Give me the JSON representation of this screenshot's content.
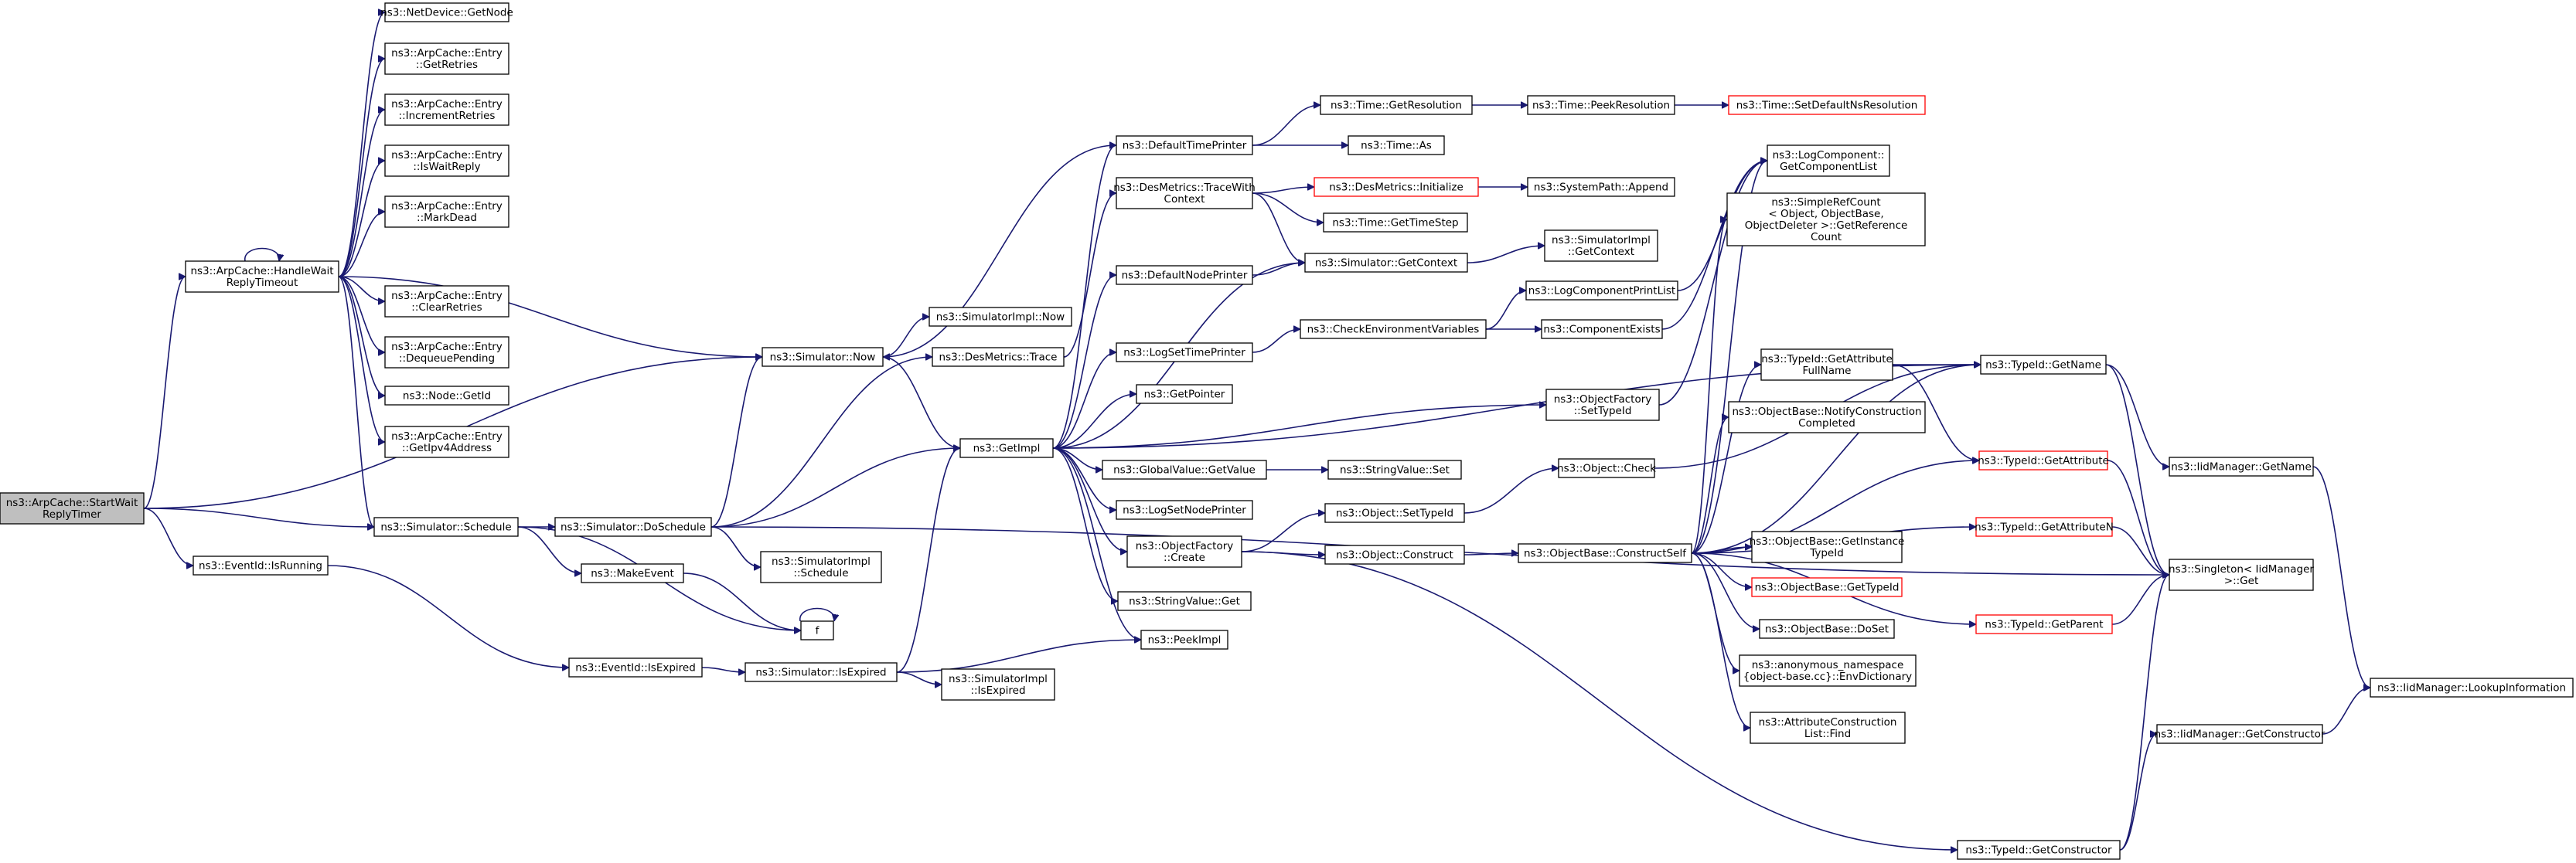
{
  "colors": {
    "edge": "#191970",
    "node_border": "#000000",
    "missing_node_border": "#ff0000",
    "root_fill": "#bfbfbf",
    "node_fill": "#ffffff"
  },
  "nodes": [
    {
      "id": "root",
      "lines": [
        "ns3::ArpCache::StartWait",
        "ReplyTimer"
      ],
      "style": "root"
    },
    {
      "id": "handle",
      "lines": [
        "ns3::ArpCache::HandleWait",
        "ReplyTimeout"
      ]
    },
    {
      "id": "getnode",
      "lines": [
        "ns3::NetDevice::GetNode"
      ]
    },
    {
      "id": "getretries",
      "lines": [
        "ns3::ArpCache::Entry",
        "::GetRetries"
      ]
    },
    {
      "id": "incretries",
      "lines": [
        "ns3::ArpCache::Entry",
        "::IncrementRetries"
      ]
    },
    {
      "id": "iswaitreply",
      "lines": [
        "ns3::ArpCache::Entry",
        "::IsWaitReply"
      ]
    },
    {
      "id": "markdead",
      "lines": [
        "ns3::ArpCache::Entry",
        "::MarkDead"
      ]
    },
    {
      "id": "clearretries",
      "lines": [
        "ns3::ArpCache::Entry",
        "::ClearRetries"
      ]
    },
    {
      "id": "dequeue",
      "lines": [
        "ns3::ArpCache::Entry",
        "::DequeuePending"
      ]
    },
    {
      "id": "nodegetid",
      "lines": [
        "ns3::Node::GetId"
      ]
    },
    {
      "id": "getipv4",
      "lines": [
        "ns3::ArpCache::Entry",
        "::GetIpv4Address"
      ]
    },
    {
      "id": "schedule",
      "lines": [
        "ns3::Simulator::Schedule"
      ]
    },
    {
      "id": "isrunning",
      "lines": [
        "ns3::EventId::IsRunning"
      ]
    },
    {
      "id": "now",
      "lines": [
        "ns3::Simulator::Now"
      ]
    },
    {
      "id": "doschedule",
      "lines": [
        "ns3::Simulator::DoSchedule"
      ]
    },
    {
      "id": "makeevent",
      "lines": [
        "ns3::MakeEvent"
      ]
    },
    {
      "id": "f",
      "lines": [
        "f"
      ]
    },
    {
      "id": "isexpired",
      "lines": [
        "ns3::EventId::IsExpired"
      ]
    },
    {
      "id": "simisexpired",
      "lines": [
        "ns3::Simulator::IsExpired"
      ]
    },
    {
      "id": "simimplnow",
      "lines": [
        "ns3::SimulatorImpl::Now"
      ]
    },
    {
      "id": "desmtrace",
      "lines": [
        "ns3::DesMetrics::Trace"
      ]
    },
    {
      "id": "getimpl",
      "lines": [
        "ns3::GetImpl"
      ]
    },
    {
      "id": "simimplschedule",
      "lines": [
        "ns3::SimulatorImpl",
        "::Schedule"
      ]
    },
    {
      "id": "simimplisexpired",
      "lines": [
        "ns3::SimulatorImpl",
        "::IsExpired"
      ]
    },
    {
      "id": "deftimeprinter",
      "lines": [
        "ns3::DefaultTimePrinter"
      ]
    },
    {
      "id": "tracewithctx",
      "lines": [
        "ns3::DesMetrics::TraceWith",
        "Context"
      ]
    },
    {
      "id": "defnodeprinter",
      "lines": [
        "ns3::DefaultNodePrinter"
      ]
    },
    {
      "id": "logsettimeprinter",
      "lines": [
        "ns3::LogSetTimePrinter"
      ]
    },
    {
      "id": "getpointer",
      "lines": [
        "ns3::GetPointer"
      ]
    },
    {
      "id": "gvgetvalue",
      "lines": [
        "ns3::GlobalValue::GetValue"
      ]
    },
    {
      "id": "logsetnodeprinter",
      "lines": [
        "ns3::LogSetNodePrinter"
      ]
    },
    {
      "id": "ofcreate",
      "lines": [
        "ns3::ObjectFactory",
        "::Create"
      ]
    },
    {
      "id": "strvalget",
      "lines": [
        "ns3::StringValue::Get"
      ]
    },
    {
      "id": "peekimpl",
      "lines": [
        "ns3::PeekImpl"
      ]
    },
    {
      "id": "timegetres",
      "lines": [
        "ns3::Time::GetResolution"
      ]
    },
    {
      "id": "timeas",
      "lines": [
        "ns3::Time::As"
      ]
    },
    {
      "id": "desminit",
      "lines": [
        "ns3::DesMetrics::Initialize"
      ],
      "style": "red"
    },
    {
      "id": "timegettimestep",
      "lines": [
        "ns3::Time::GetTimeStep"
      ]
    },
    {
      "id": "simgetcontext",
      "lines": [
        "ns3::Simulator::GetContext"
      ]
    },
    {
      "id": "checkenv",
      "lines": [
        "ns3::CheckEnvironmentVariables"
      ]
    },
    {
      "id": "strvalset",
      "lines": [
        "ns3::StringValue::Set"
      ]
    },
    {
      "id": "objsettypeid",
      "lines": [
        "ns3::Object::SetTypeId"
      ]
    },
    {
      "id": "objconstruct",
      "lines": [
        "ns3::Object::Construct"
      ]
    },
    {
      "id": "timepeekres",
      "lines": [
        "ns3::Time::PeekResolution"
      ]
    },
    {
      "id": "syspathappend",
      "lines": [
        "ns3::SystemPath::Append"
      ]
    },
    {
      "id": "simimplgetctx",
      "lines": [
        "ns3::SimulatorImpl",
        "::GetContext"
      ]
    },
    {
      "id": "logcomplistprint",
      "lines": [
        "ns3::LogComponentPrintList"
      ]
    },
    {
      "id": "compexists",
      "lines": [
        "ns3::ComponentExists"
      ]
    },
    {
      "id": "ofsettypeid",
      "lines": [
        "ns3::ObjectFactory",
        "::SetTypeId"
      ]
    },
    {
      "id": "objcheck",
      "lines": [
        "ns3::Object::Check"
      ]
    },
    {
      "id": "obconstructself",
      "lines": [
        "ns3::ObjectBase::ConstructSelf"
      ]
    },
    {
      "id": "timesetdefault",
      "lines": [
        "ns3::Time::SetDefaultNsResolution"
      ],
      "style": "red"
    },
    {
      "id": "logcompgetlist",
      "lines": [
        "ns3::LogComponent::",
        "GetComponentList"
      ]
    },
    {
      "id": "simplerefcount",
      "lines": [
        "ns3::SimpleRefCount",
        "< Object, ObjectBase,",
        " ObjectDeleter >::GetReference",
        "Count"
      ]
    },
    {
      "id": "typeidgetattrfull",
      "lines": [
        "ns3::TypeId::GetAttribute",
        "FullName"
      ]
    },
    {
      "id": "obnotify",
      "lines": [
        "ns3::ObjectBase::NotifyConstruction",
        "Completed"
      ]
    },
    {
      "id": "obgetinstance",
      "lines": [
        "ns3::ObjectBase::GetInstance",
        "TypeId"
      ]
    },
    {
      "id": "obgettypeid",
      "lines": [
        "ns3::ObjectBase::GetTypeId"
      ],
      "style": "red"
    },
    {
      "id": "obdoset",
      "lines": [
        "ns3::ObjectBase::DoSet"
      ]
    },
    {
      "id": "anonenv",
      "lines": [
        "ns3::anonymous_namespace",
        "{object-base.cc}::EnvDictionary"
      ]
    },
    {
      "id": "attrfind",
      "lines": [
        "ns3::AttributeConstruction",
        "List::Find"
      ]
    },
    {
      "id": "typeidgetname",
      "lines": [
        "ns3::TypeId::GetName"
      ]
    },
    {
      "id": "typeidgetattr",
      "lines": [
        "ns3::TypeId::GetAttribute"
      ],
      "style": "red"
    },
    {
      "id": "typeidgetattrn",
      "lines": [
        "ns3::TypeId::GetAttributeN"
      ],
      "style": "red"
    },
    {
      "id": "typeidgetparent",
      "lines": [
        "ns3::TypeId::GetParent"
      ],
      "style": "red"
    },
    {
      "id": "typeidgetctor",
      "lines": [
        "ns3::TypeId::GetConstructor"
      ]
    },
    {
      "id": "iidmgrgetname",
      "lines": [
        "ns3::IidManager::GetName"
      ]
    },
    {
      "id": "singletonget",
      "lines": [
        "ns3::Singleton< IidManager",
        " >::Get"
      ]
    },
    {
      "id": "iidmgrgetctor",
      "lines": [
        "ns3::IidManager::GetConstructor"
      ]
    },
    {
      "id": "iidmgrlookup",
      "lines": [
        "ns3::IidManager::LookupInformation"
      ]
    }
  ],
  "edges": [
    [
      "root",
      "handle"
    ],
    [
      "root",
      "now"
    ],
    [
      "root",
      "schedule"
    ],
    [
      "root",
      "isrunning"
    ],
    [
      "handle",
      "handle"
    ],
    [
      "handle",
      "getnode"
    ],
    [
      "handle",
      "getretries"
    ],
    [
      "handle",
      "incretries"
    ],
    [
      "handle",
      "iswaitreply"
    ],
    [
      "handle",
      "markdead"
    ],
    [
      "handle",
      "clearretries"
    ],
    [
      "handle",
      "dequeue"
    ],
    [
      "handle",
      "nodegetid"
    ],
    [
      "handle",
      "getipv4"
    ],
    [
      "handle",
      "now"
    ],
    [
      "handle",
      "schedule"
    ],
    [
      "schedule",
      "doschedule"
    ],
    [
      "schedule",
      "makeevent"
    ],
    [
      "schedule",
      "f"
    ],
    [
      "isrunning",
      "isexpired"
    ],
    [
      "isexpired",
      "simisexpired"
    ],
    [
      "simisexpired",
      "getimpl"
    ],
    [
      "simisexpired",
      "peekimpl"
    ],
    [
      "simisexpired",
      "simimplisexpired"
    ],
    [
      "now",
      "simimplnow"
    ],
    [
      "now",
      "getimpl"
    ],
    [
      "doschedule",
      "now"
    ],
    [
      "doschedule",
      "desmtrace"
    ],
    [
      "doschedule",
      "getimpl"
    ],
    [
      "doschedule",
      "simimplschedule"
    ],
    [
      "doschedule",
      "singletonget"
    ],
    [
      "makeevent",
      "f"
    ],
    [
      "f",
      "f"
    ],
    [
      "desmtrace",
      "tracewithctx"
    ],
    [
      "getimpl",
      "deftimeprinter"
    ],
    [
      "getimpl",
      "defnodeprinter"
    ],
    [
      "getimpl",
      "logsettimeprinter"
    ],
    [
      "getimpl",
      "getpointer"
    ],
    [
      "getimpl",
      "gvgetvalue"
    ],
    [
      "getimpl",
      "logsetnodeprinter"
    ],
    [
      "getimpl",
      "ofcreate"
    ],
    [
      "getimpl",
      "strvalget"
    ],
    [
      "getimpl",
      "peekimpl"
    ],
    [
      "getimpl",
      "simgetcontext"
    ],
    [
      "getimpl",
      "typeidgetname"
    ],
    [
      "getimpl",
      "ofsettypeid"
    ],
    [
      "deftimeprinter",
      "now"
    ],
    [
      "deftimeprinter",
      "timegetres"
    ],
    [
      "deftimeprinter",
      "timeas"
    ],
    [
      "tracewithctx",
      "desminit"
    ],
    [
      "tracewithctx",
      "timegettimestep"
    ],
    [
      "tracewithctx",
      "simgetcontext"
    ],
    [
      "defnodeprinter",
      "simgetcontext"
    ],
    [
      "logsettimeprinter",
      "checkenv"
    ],
    [
      "gvgetvalue",
      "strvalset"
    ],
    [
      "ofcreate",
      "objsettypeid"
    ],
    [
      "ofcreate",
      "objconstruct"
    ],
    [
      "ofcreate",
      "typeidgetctor"
    ],
    [
      "timegetres",
      "timepeekres"
    ],
    [
      "timepeekres",
      "timesetdefault"
    ],
    [
      "desminit",
      "syspathappend"
    ],
    [
      "simgetcontext",
      "simimplgetctx"
    ],
    [
      "checkenv",
      "logcomplistprint"
    ],
    [
      "checkenv",
      "compexists"
    ],
    [
      "logcomplistprint",
      "logcompgetlist"
    ],
    [
      "compexists",
      "logcompgetlist"
    ],
    [
      "objsettypeid",
      "objcheck"
    ],
    [
      "objconstruct",
      "obconstructself"
    ],
    [
      "objcheck",
      "typeidgetname"
    ],
    [
      "ofsettypeid",
      "logcompgetlist"
    ],
    [
      "obconstructself",
      "logcompgetlist"
    ],
    [
      "obconstructself",
      "simplerefcount"
    ],
    [
      "obconstructself",
      "typeidgetattrfull"
    ],
    [
      "obconstructself",
      "obnotify"
    ],
    [
      "obconstructself",
      "obgetinstance"
    ],
    [
      "obconstructself",
      "obgettypeid"
    ],
    [
      "obconstructself",
      "obdoset"
    ],
    [
      "obconstructself",
      "anonenv"
    ],
    [
      "obconstructself",
      "attrfind"
    ],
    [
      "obconstructself",
      "typeidgetname"
    ],
    [
      "obconstructself",
      "typeidgetattr"
    ],
    [
      "obconstructself",
      "typeidgetattrn"
    ],
    [
      "obconstructself",
      "typeidgetparent"
    ],
    [
      "typeidgetattrfull",
      "typeidgetname"
    ],
    [
      "typeidgetattrfull",
      "typeidgetattr"
    ],
    [
      "typeidgetname",
      "iidmgrgetname"
    ],
    [
      "typeidgetname",
      "singletonget"
    ],
    [
      "typeidgetattr",
      "singletonget"
    ],
    [
      "typeidgetattrn",
      "singletonget"
    ],
    [
      "typeidgetparent",
      "singletonget"
    ],
    [
      "typeidgetctor",
      "singletonget"
    ],
    [
      "typeidgetctor",
      "iidmgrgetctor"
    ],
    [
      "iidmgrgetname",
      "iidmgrlookup"
    ],
    [
      "iidmgrgetctor",
      "iidmgrlookup"
    ]
  ]
}
